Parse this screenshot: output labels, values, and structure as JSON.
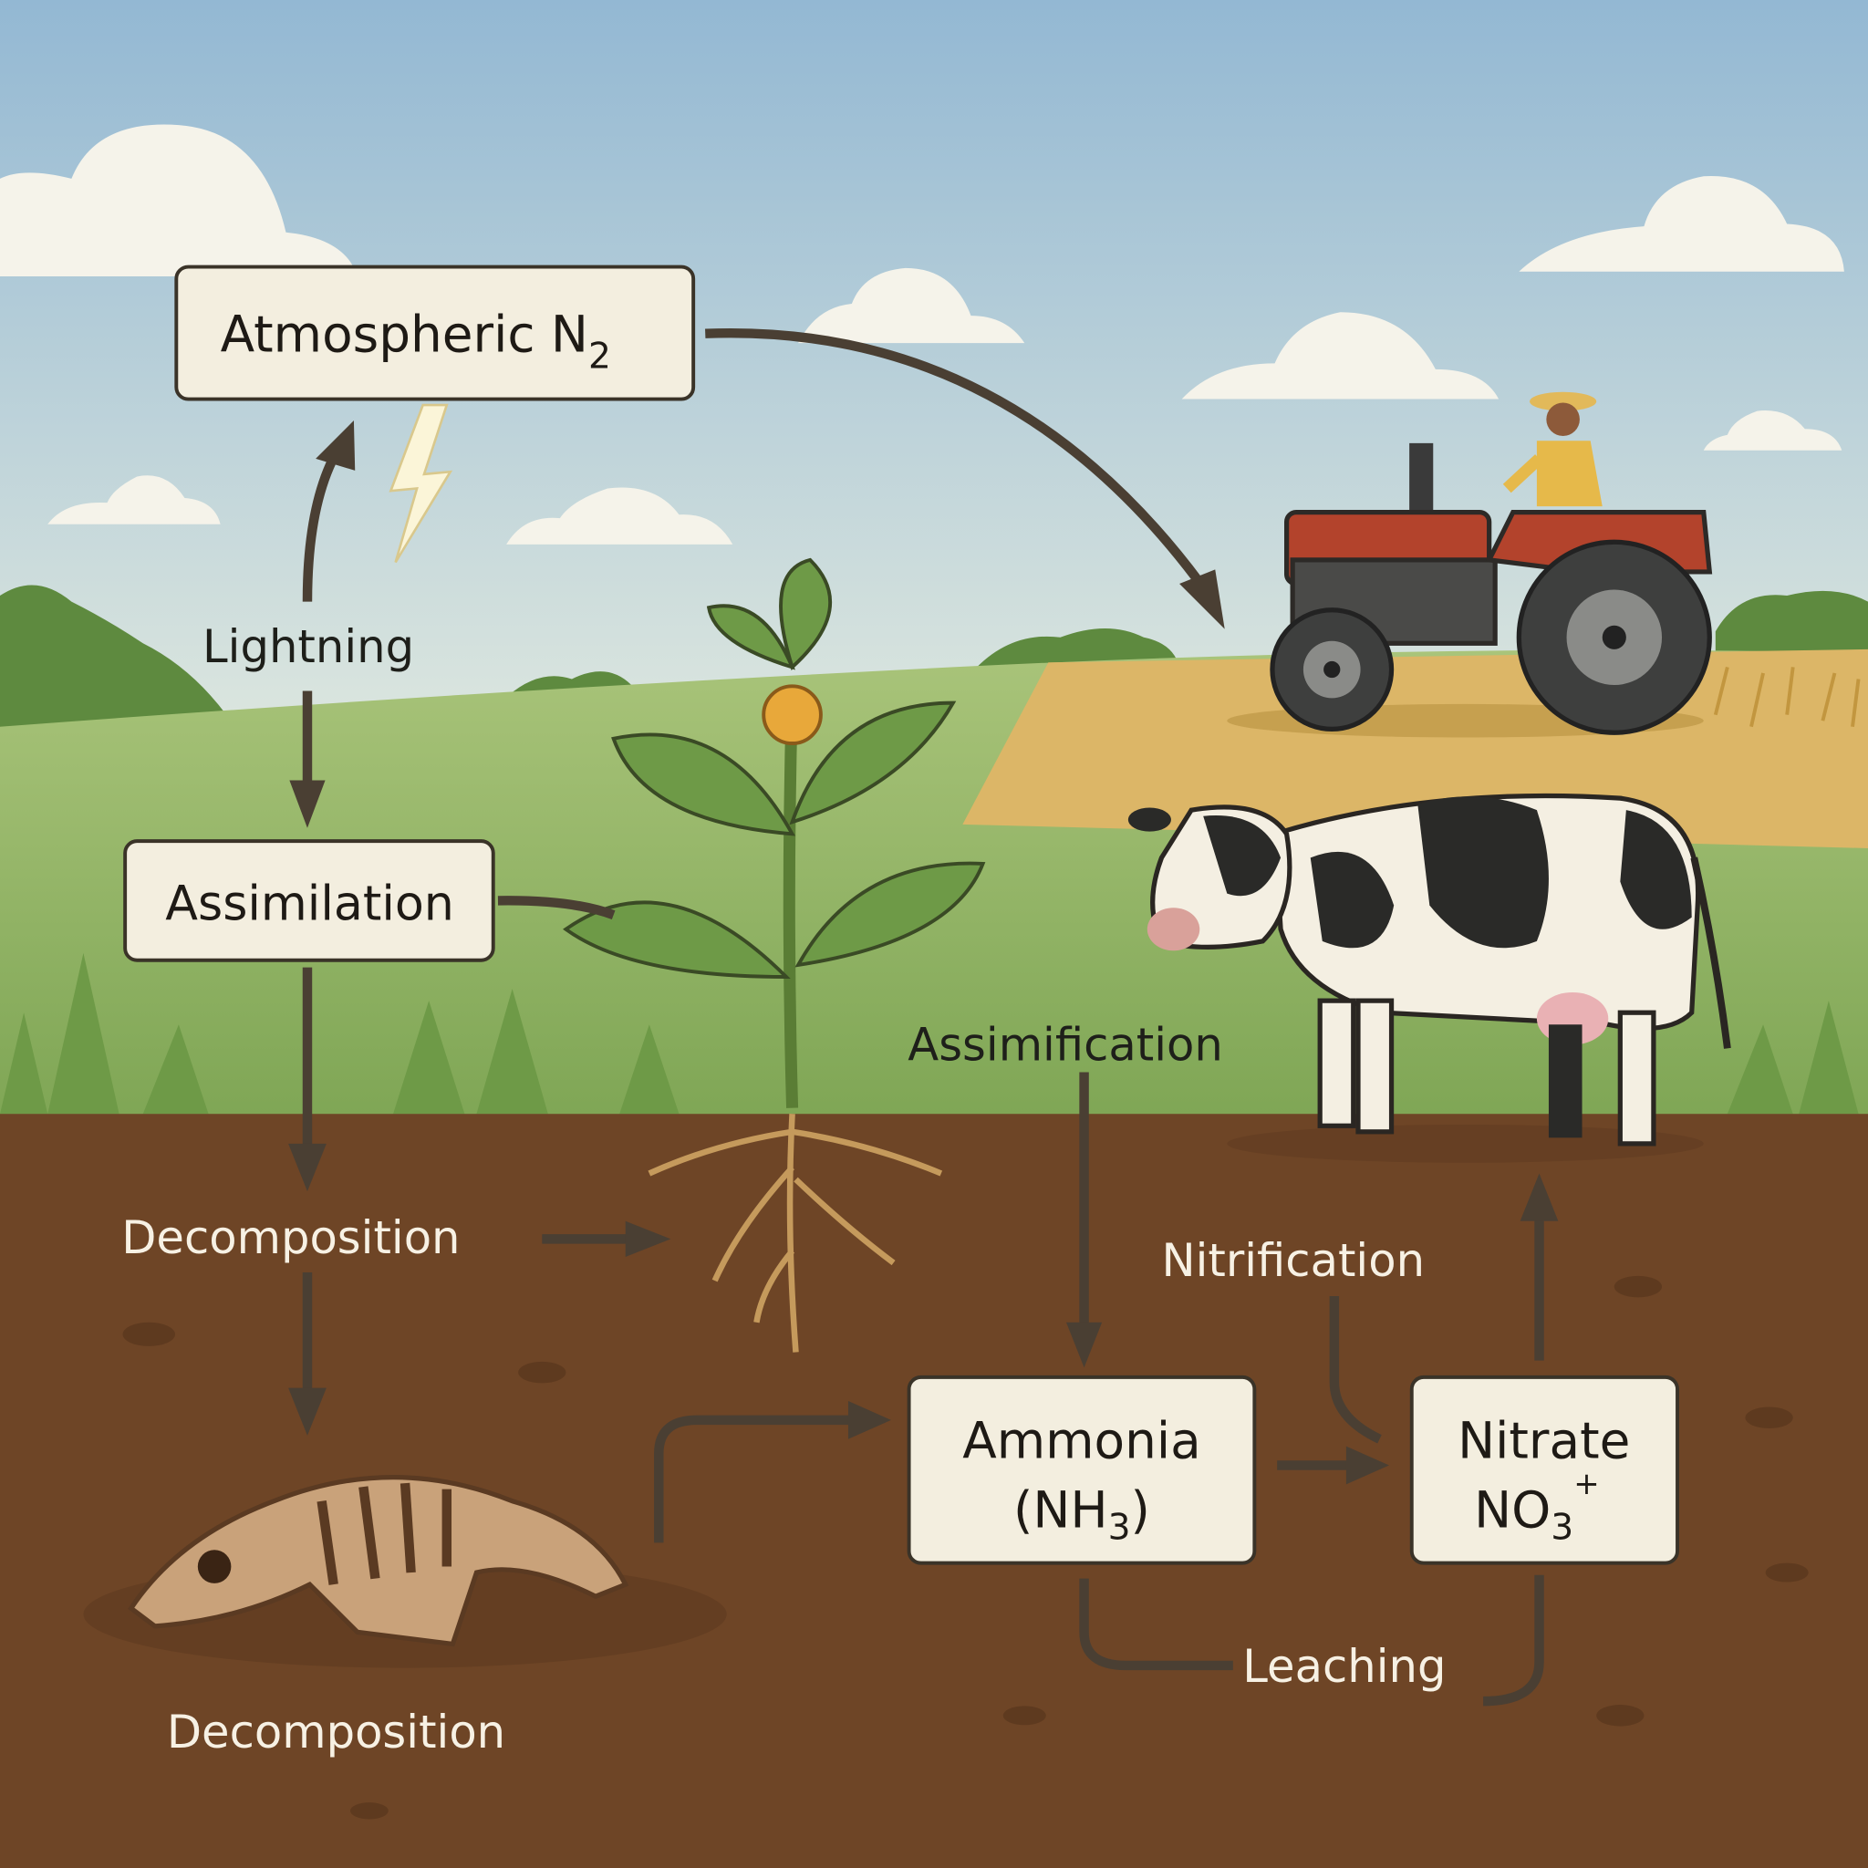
{
  "nodes": {
    "atmospheric": {
      "label": "Atmospheric N",
      "sub": "2"
    },
    "assimilation": {
      "label": "Assimilation"
    },
    "ammonia": {
      "line1": "Ammonia",
      "line2_pre": "(NH",
      "line2_sub": "3",
      "line2_post": ")"
    },
    "nitrate": {
      "line1": "Nitrate",
      "line2_pre": "NO",
      "line2_sub": "3",
      "line2_sup": "+"
    }
  },
  "labels": {
    "lightning": "Lightning",
    "decomposition_upper": "Decomposition",
    "assimification": "Assimification",
    "nitrification": "Nitrification",
    "leaching": "Leaching",
    "decomposition_lower": "Decomposition"
  },
  "colors": {
    "sky_top": "#9cbfd8",
    "sky_bottom": "#dde8e2",
    "grass": "#8fb463",
    "soil": "#6e4526",
    "box_fill": "#f3eedf",
    "arrow": "#4a3f33"
  }
}
